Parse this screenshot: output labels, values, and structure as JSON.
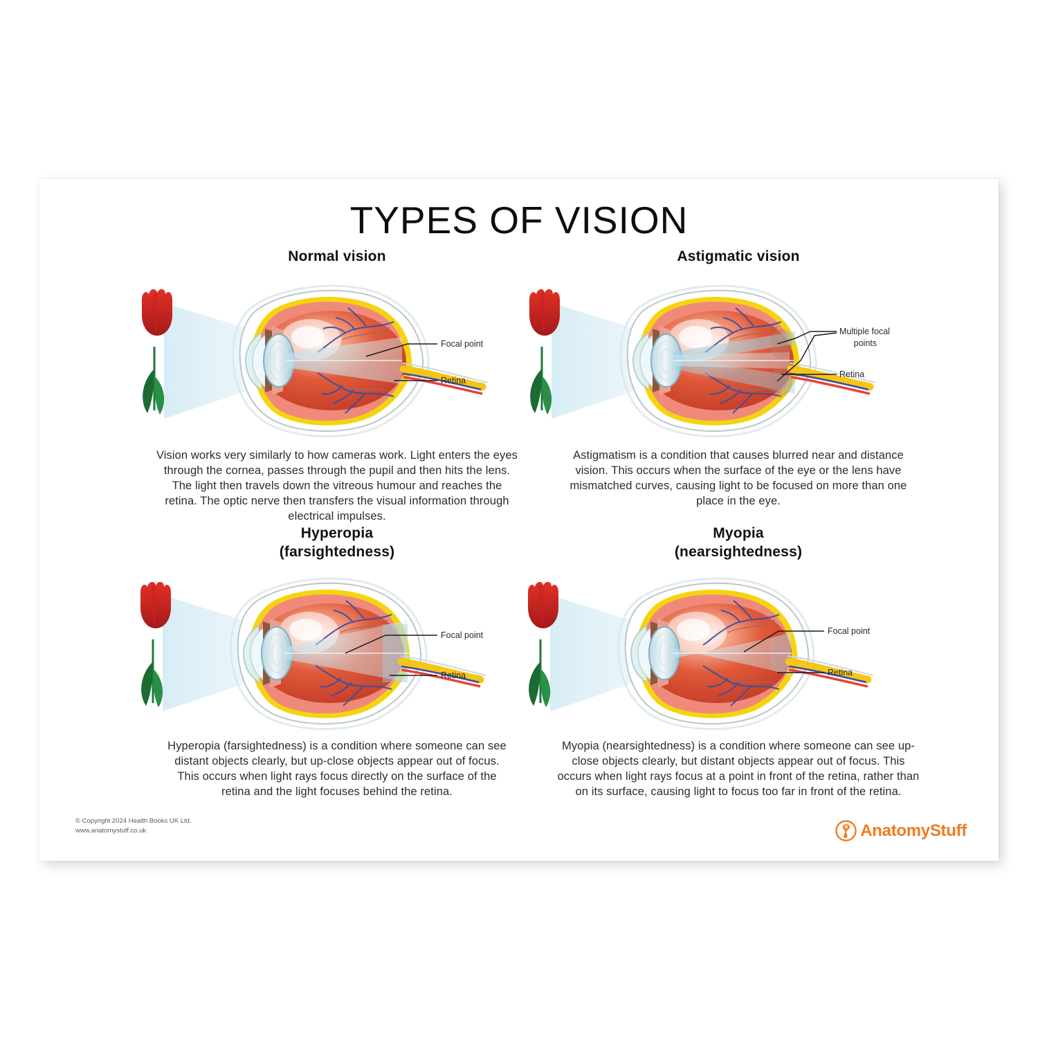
{
  "poster": {
    "title": "TYPES OF VISION",
    "background_color": "#ffffff",
    "accent_color": "#ef7c22"
  },
  "panels": [
    {
      "id": "normal-vision",
      "heading": "Normal vision",
      "heading_line2": "",
      "body": "Vision works very similarly to how cameras work. Light enters the eyes through the cornea, passes through the pupil and then hits the lens. The light then travels down the vitreous humour and reaches the retina. The optic nerve then transfers the visual information through electrical impulses.",
      "labels": {
        "focal": "Focal point",
        "focal_line2": "",
        "retina": "Retina"
      }
    },
    {
      "id": "astigmatic-vision",
      "heading": "Astigmatic vision",
      "heading_line2": "",
      "body": "Astigmatism is a condition that causes blurred near and distance vision. This occurs when the surface of the eye or the lens have mismatched curves, causing light to be focused on more than one place in the eye.",
      "labels": {
        "focal": "Multiple focal",
        "focal_line2": "points",
        "retina": "Retina"
      }
    },
    {
      "id": "hyperopia",
      "heading": "Hyperopia",
      "heading_line2": "(farsightedness)",
      "body": "Hyperopia (farsightedness) is a condition where someone can see distant objects clearly, but up-close objects appear out of focus. This occurs when light rays focus directly on the surface of the retina and the light focuses behind the retina.",
      "labels": {
        "focal": "Focal point",
        "focal_line2": "",
        "retina": "Retina"
      }
    },
    {
      "id": "myopia",
      "heading": "Myopia",
      "heading_line2": "(nearsightedness)",
      "body": "Myopia (nearsightedness) is a condition where someone can see up-close objects clearly, but distant objects appear out of focus. This occurs when light rays focus at a point in front of the retina, rather than on its surface, causing light to focus too far in front of the retina.",
      "labels": {
        "focal": "Focal point",
        "focal_line2": "",
        "retina": "Retina"
      }
    }
  ],
  "footer": {
    "copyright_line1": "© Copyright 2024 Health Books UK Ltd.",
    "copyright_line2": "www.anatomystuff.co.uk",
    "logo_text": "AnatomyStuff",
    "logo_icon": "anatomystuff-circle-icon"
  }
}
